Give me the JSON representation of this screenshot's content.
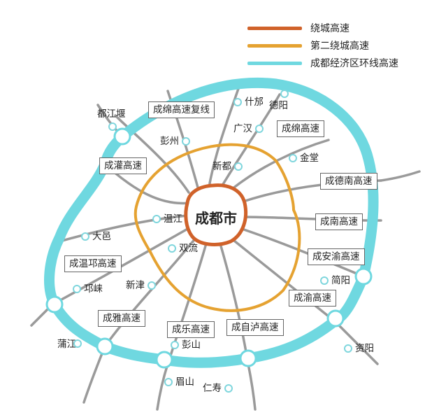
{
  "legend": [
    {
      "label": "绕城高速",
      "color": "#d0622a"
    },
    {
      "label": "第二绕城高速",
      "color": "#e5a231"
    },
    {
      "label": "成都经济区环线高速",
      "color": "#6fd8e0"
    }
  ],
  "center": {
    "label": "成都市"
  },
  "road_labels": {
    "chengmian_fuxian": "成绵高速复线",
    "chengmian": "成绵高速",
    "chengguan": "成灌高速",
    "chengdenan": "成德南高速",
    "chengnan": "成南高速",
    "chengwenqiong": "成温邛高速",
    "chenganyu": "成安渝高速",
    "chengyu": "成渝高速",
    "chengya": "成雅高速",
    "chengle": "成乐高速",
    "chengzilu": "成自泸高速"
  },
  "cities": {
    "dujiangyan": "都江堰",
    "shifang": "什邡",
    "deyang": "德阳",
    "guanghan": "广汉",
    "pengzhou": "彭州",
    "jintang": "金堂",
    "xindu": "新都",
    "wenjiang": "温江",
    "dayi": "大邑",
    "shuangliu": "双流",
    "qionglai": "邛崃",
    "xinjin": "新津",
    "jianyang": "简阳",
    "pujiang": "蒲江",
    "pengshan": "彭山",
    "ziyang": "资阳",
    "meishan": "眉山",
    "renshou": "仁寿"
  },
  "colors": {
    "ring3": "#d0622a",
    "ring2": "#e5a231",
    "ring_outer": "#6fd8e0",
    "roads": "#9a9a9a",
    "label_border": "#666666"
  }
}
